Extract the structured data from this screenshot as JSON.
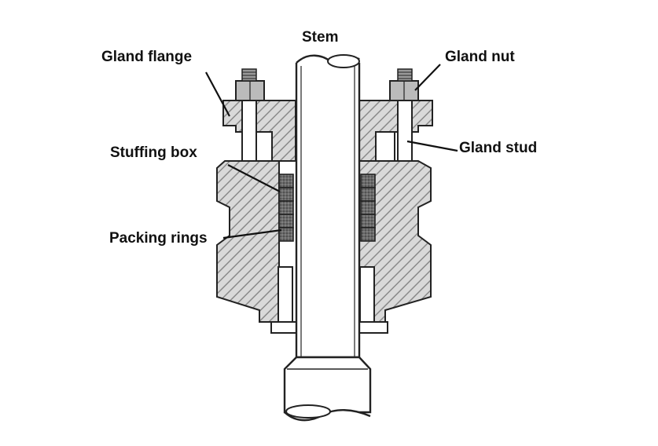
{
  "labels": {
    "stem": "Stem",
    "gland_flange": "Gland flange",
    "gland_nut": "Gland nut",
    "gland_stud": "Gland stud",
    "stuffing_box": "Stuffing box",
    "packing_rings": "Packing rings"
  },
  "colors": {
    "hatch_bg": "#d9d9d9",
    "hatch_line": "#8a8a8a",
    "outline": "#222222",
    "packing": "#555555"
  }
}
